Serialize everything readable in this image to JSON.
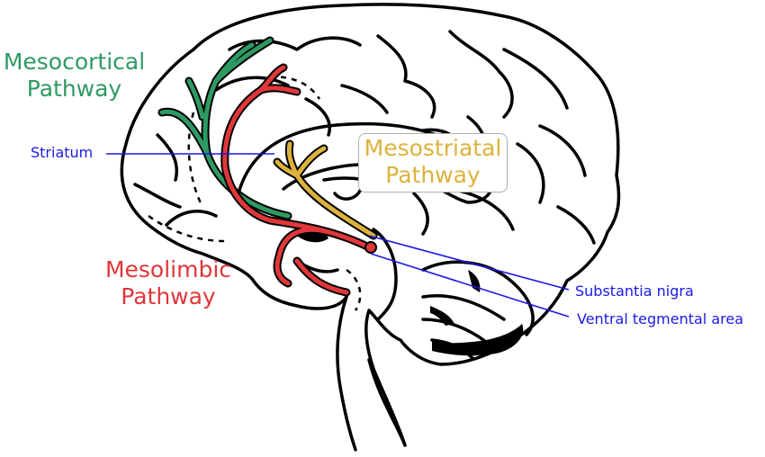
{
  "colors": {
    "mesocortical": "#2e9a63",
    "mesolimbic": "#e0373a",
    "mesostriatal": "#dcb23c",
    "annotation": "#1a1ae6",
    "outline": "#000000"
  },
  "labels": {
    "mesocortical": [
      "Mesocortical",
      "Pathway"
    ],
    "mesolimbic": [
      "Mesolimbic",
      "Pathway"
    ],
    "mesostriatal": [
      "Mesostriatal",
      "Pathway"
    ],
    "striatum": "Striatum",
    "substantia_nigra": "Substantia nigra",
    "ventral_tegmental_area": "Ventral tegmental area"
  }
}
